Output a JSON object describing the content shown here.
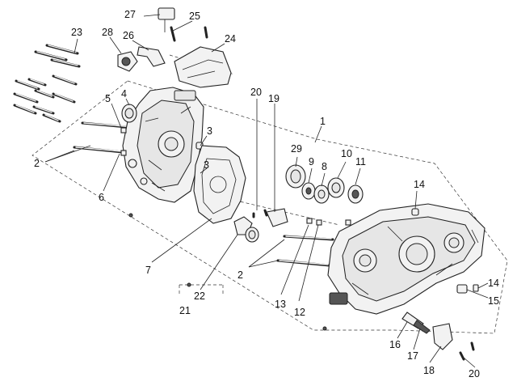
{
  "callouts": {
    "c1": "1",
    "c2a": "2",
    "c2b": "2",
    "c3a": "3",
    "c3b": "3",
    "c4": "4",
    "c5": "5",
    "c6": "6",
    "c7": "7",
    "c8": "8",
    "c9": "9",
    "c10": "10",
    "c11": "11",
    "c12": "12",
    "c13": "13",
    "c14a": "14",
    "c14b": "14",
    "c15": "15",
    "c16": "16",
    "c17": "17",
    "c18": "18",
    "c19": "19",
    "c20a": "20",
    "c20b": "20",
    "c21": "21",
    "c22": "22",
    "c23": "23",
    "c24": "24",
    "c25": "25",
    "c26": "26",
    "c27": "27",
    "c28": "28",
    "c29": "29"
  }
}
